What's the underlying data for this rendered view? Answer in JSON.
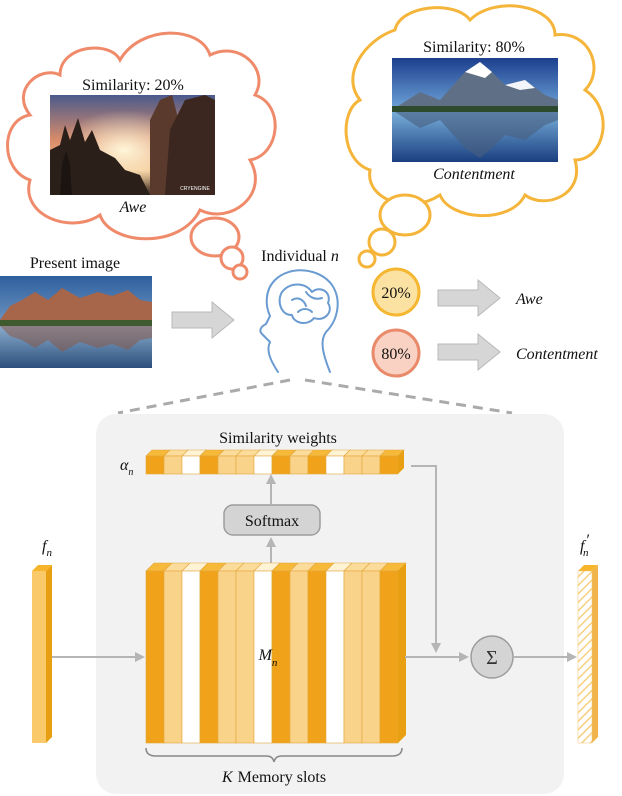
{
  "thought_left": {
    "similarity": "Similarity: 20%",
    "caption": "Awe",
    "watermark": "CRYENGINE"
  },
  "thought_right": {
    "similarity": "Similarity: 80%",
    "caption": "Contentment"
  },
  "present_image_label": "Present image",
  "individual_label": "Individual",
  "individual_var": "n",
  "outputs": [
    {
      "percent": "20%",
      "emotion": "Awe",
      "color": "#f5b731"
    },
    {
      "percent": "80%",
      "emotion": "Contentment",
      "color": "#e98a6a"
    }
  ],
  "memory": {
    "similarity_weights_label": "Similarity weights",
    "alpha_symbol": "α",
    "alpha_sub": "n",
    "softmax_label": "Softmax",
    "matrix_symbol": "M",
    "matrix_sub": "n",
    "slots_k": "K",
    "slots_label": "Memory slots",
    "f_symbol": "f",
    "f_sub": "n",
    "f_prime_symbol": "f",
    "f_prime_sub": "n",
    "f_prime_mark": "′",
    "sum_symbol": "Σ"
  },
  "colors": {
    "cloud_left": "#ef8b6b",
    "cloud_right": "#f4b53a",
    "dark_orange": "#f0a31a",
    "light_orange": "#fad38a",
    "pale_orange": "#fbe2b3",
    "panel_bg": "#f2f2f2",
    "arrow_gray": "#c8c8c8"
  },
  "slot_pattern": [
    "dark",
    "light",
    "white",
    "dark",
    "light",
    "light",
    "white",
    "dark",
    "light",
    "dark",
    "white",
    "light",
    "light",
    "dark"
  ]
}
